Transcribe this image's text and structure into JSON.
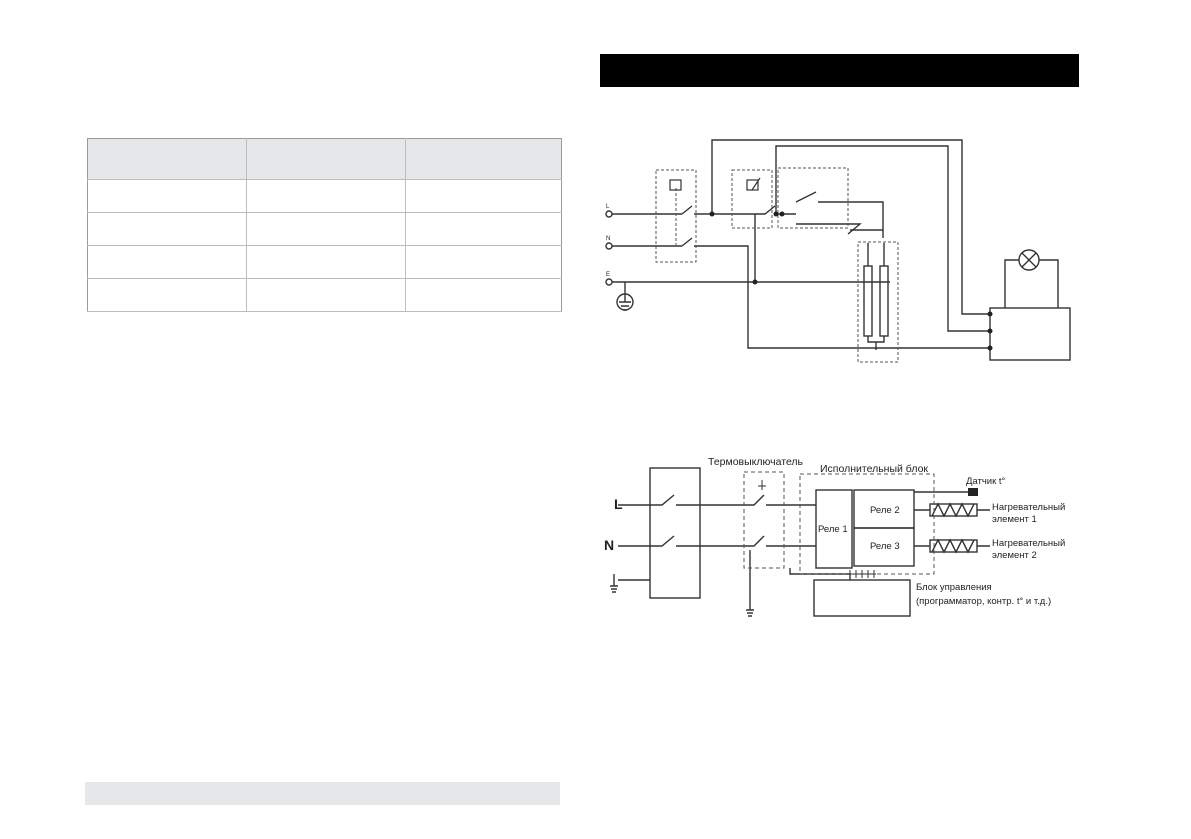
{
  "labels": {
    "termoswitch": "Термовыключатель",
    "exec_block": "Исполнительный блок",
    "sensor": "Датчик t°",
    "relay1": "Реле 1",
    "relay2": "Реле 2",
    "relay3": "Реле 3",
    "heater1_line1": "Нагревательный",
    "heater1_line2": "элемент 1",
    "heater2_line1": "Нагревательный",
    "heater2_line2": "элемент 2",
    "control_line1": "Блок управления",
    "control_line2": "(программатор, контр. t° и т.д.)",
    "L": "L",
    "N": "N",
    "d1_L": "L",
    "d1_N": "N",
    "d1_E": "E"
  }
}
